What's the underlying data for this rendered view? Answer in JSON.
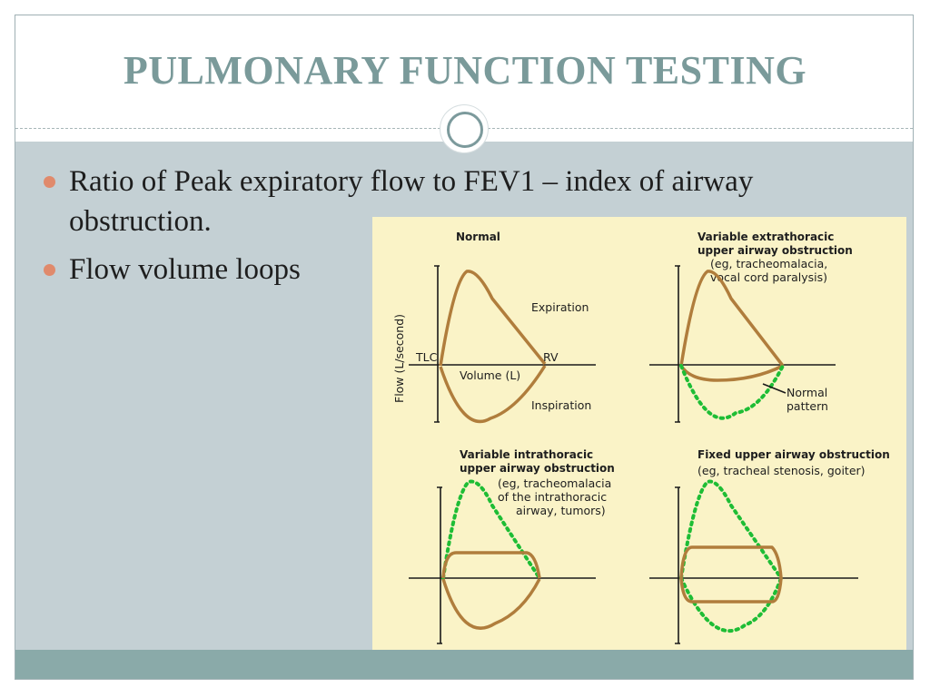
{
  "slide": {
    "title": "PULMONARY FUNCTION TESTING",
    "bullets": [
      "Ratio of Peak expiratory flow to FEV1 – index of airway obstruction.",
      "Flow volume loops"
    ]
  },
  "figure": {
    "panels": {
      "normal": {
        "title": "Normal",
        "y_axis_label": "Flow (L/second)",
        "x_axis_label": "Volume (L)",
        "tlc_label": "TLC",
        "rv_label": "RV",
        "expiration_label": "Expiration",
        "inspiration_label": "Inspiration"
      },
      "variable_extrathoracic": {
        "title_lines": [
          "Variable extrathoracic",
          "upper airway obstruction"
        ],
        "note_lines": [
          "(eg, tracheomalacia,",
          "vocal cord paralysis)"
        ],
        "normal_pattern_lines": [
          "Normal",
          "pattern"
        ]
      },
      "variable_intrathoracic": {
        "title_lines": [
          "Variable intrathoracic",
          "upper airway obstruction"
        ],
        "note_lines": [
          "(eg, tracheomalacia",
          "of the intrathoracic",
          "airway, tumors)"
        ]
      },
      "fixed_upper": {
        "title_lines": [
          "Fixed upper airway obstruction"
        ],
        "note_lines": [
          "(eg, tracheal stenosis, goiter)"
        ]
      }
    },
    "colors": {
      "measured_loop": "#b07d3c",
      "normal_pattern": "#1ebd35",
      "figure_background": "#faf3c7"
    }
  },
  "theme": {
    "title_color": "#7a9a9a",
    "panel_color": "#c4d0d4",
    "footer_color": "#8aaaa9",
    "bullet_color": "#e08a6c"
  }
}
